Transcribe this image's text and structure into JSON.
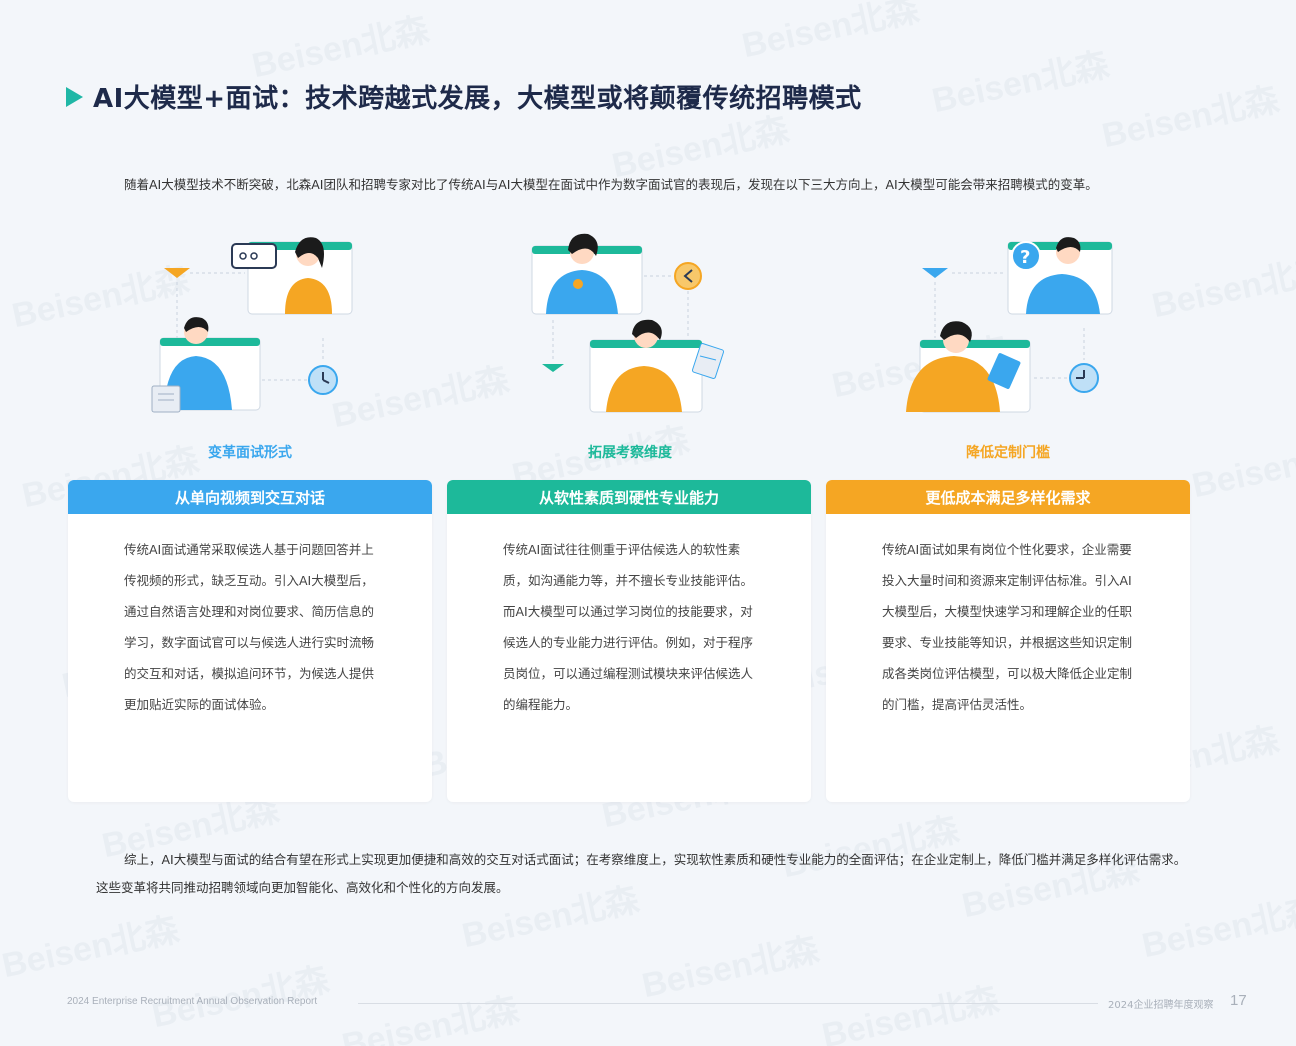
{
  "title": "AI大模型+面试：技术跨越式发展，大模型或将颠覆传统招聘模式",
  "intro": "随着AI大模型技术不断突破，北森AI团队和招聘专家对比了传统AI与AI大模型在面试中作为数字面试官的表现后，发现在以下三大方向上，AI大模型可能会带来招聘模式的变革。",
  "watermark": "Beisen北森",
  "sections": [
    {
      "label": "变革面试形式",
      "color": "#3aa7ee",
      "header": "从单向视频到交互对话",
      "body": "传统AI面试通常采取候选人基于问题回答并上传视频的形式，缺乏互动。引入AI大模型后，通过自然语言处理和对岗位要求、简历信息的学习，数字面试官可以与候选人进行实时流畅的交互和对话，模拟追问环节，为候选人提供更加贴近实际的面试体验。"
    },
    {
      "label": "拓展考察维度",
      "color": "#1db99a",
      "header": "从软性素质到硬性专业能力",
      "body": "传统AI面试往往侧重于评估候选人的软性素质，如沟通能力等，并不擅长专业技能评估。而AI大模型可以通过学习岗位的技能要求，对候选人的专业能力进行评估。例如，对于程序员岗位，可以通过编程测试模块来评估候选人的编程能力。"
    },
    {
      "label": "降低定制门槛",
      "color": "#f5a623",
      "header": "更低成本满足多样化需求",
      "body": "传统AI面试如果有岗位个性化要求，企业需要投入大量时间和资源来定制评估标准。引入AI大模型后，大模型快速学习和理解企业的任职要求、专业技能等知识，并根据这些知识定制成各类岗位评估模型，可以极大降低企业定制的门槛，提高评估灵活性。"
    }
  ],
  "summary": "综上，AI大模型与面试的结合有望在形式上实现更加便捷和高效的交互对话式面试；在考察维度上，实现软性素质和硬性专业能力的全面评估；在企业定制上，降低门槛并满足多样化评估需求。这些变革将共同推动招聘领域向更加智能化、高效化和个性化的方向发展。",
  "footer": {
    "left": "2024 Enterprise Recruitment Annual Observation Report",
    "right": "2024企业招聘年度观察",
    "page": "17"
  },
  "colors": {
    "title": "#1e2a4a",
    "arrow": "#1fb7a6",
    "background": "#f3f6fa"
  }
}
